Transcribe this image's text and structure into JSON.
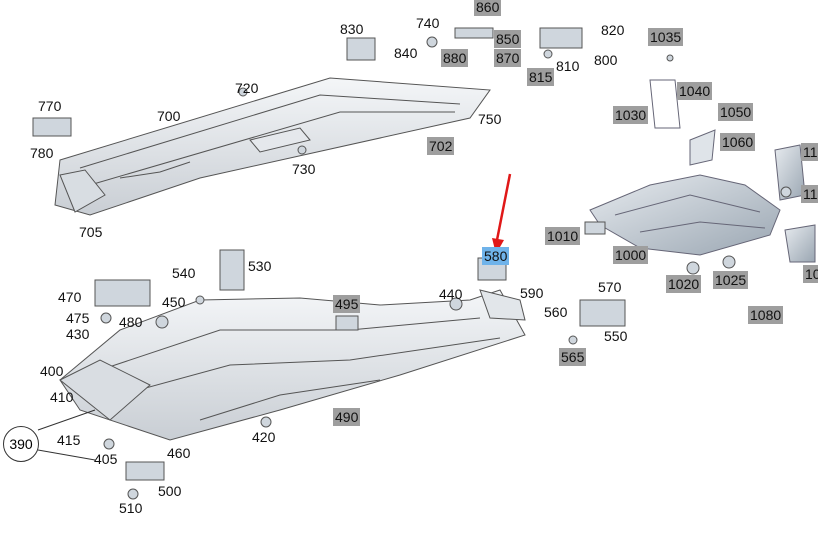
{
  "diagram": {
    "labels": {
      "l770": "770",
      "l780": "780",
      "l700": "700",
      "l705": "705",
      "l720": "720",
      "l730": "730",
      "l750": "750",
      "l702": "702",
      "l830": "830",
      "l840": "840",
      "l740": "740",
      "l860": "860",
      "l850": "850",
      "l880": "880",
      "l870": "870",
      "l815": "815",
      "l810": "810",
      "l820": "820",
      "l800": "800",
      "l1035": "1035",
      "l1040": "1040",
      "l1030": "1030",
      "l1050": "1050",
      "l1060": "1060",
      "l11a": "11",
      "l11b": "11",
      "l1010": "1010",
      "l1000": "1000",
      "l1020": "1020",
      "l1025": "1025",
      "l10": "10",
      "l1080": "1080",
      "l540": "540",
      "l530": "530",
      "l470": "470",
      "l450": "450",
      "l475": "475",
      "l480": "480",
      "l430": "430",
      "l495": "495",
      "l580": "580",
      "l440": "440",
      "l590": "590",
      "l570": "570",
      "l560": "560",
      "l550": "550",
      "l565": "565",
      "l400": "400",
      "l410": "410",
      "l390": "390",
      "l415": "415",
      "l405": "405",
      "l460": "460",
      "l420": "420",
      "l490": "490",
      "l500": "500",
      "l510": "510"
    },
    "highlight_color": "#6fb3ea",
    "arrow_color": "#e01818"
  }
}
